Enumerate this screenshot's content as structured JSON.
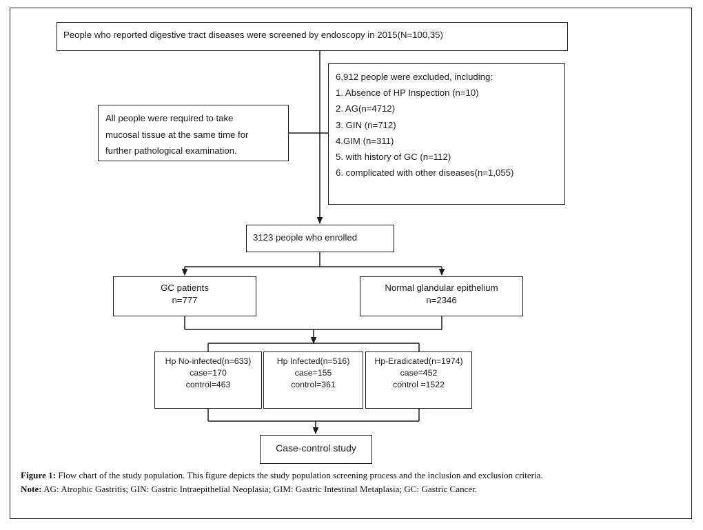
{
  "figure": {
    "caption_label": "Figure 1:",
    "caption_text": " Flow chart of the study population. This figure depicts the study population screening process and the inclusion and exclusion criteria.",
    "note_label": "Note:",
    "note_text": " AG: Atrophic Gastritis; GIN: Gastric Intraepithelial Neoplasia; GIM: Gastric Intestinal Metaplasia; GC: Gastric Cancer."
  },
  "nodes": {
    "screened": {
      "text": "People who reported digestive tract diseases were screened by endoscopy in 2015(N=100,35)"
    },
    "excluded": {
      "heading": "6,912 people were excluded, including:",
      "items": [
        "1. Absence of HP Inspection (n=10)",
        "2. AG(n=4712)",
        "3. GIN (n=712)",
        "4.GIM (n=311)",
        "5. with history of GC (n=112)",
        "6. complicated with other diseases(n=1,055)"
      ]
    },
    "mucosal": {
      "line1": "All people were required to take",
      "line2": "mucosal tissue at the same time for",
      "line3": "further pathological examination."
    },
    "enrolled": {
      "text": "3123 people who enrolled"
    },
    "gc_patients": {
      "title": "GC patients",
      "count": "n=777"
    },
    "normal_epithelium": {
      "title": "Normal glandular epithelium",
      "count": "n=2346"
    },
    "hp_no_infected": {
      "title": "Hp No-infected(n=633)",
      "case": "case=170",
      "control": "control=463"
    },
    "hp_infected": {
      "title": "Hp Infected(n=516)",
      "case": "case=155",
      "control": "control=361"
    },
    "hp_eradicated": {
      "title": "Hp-Eradicated(n=1974)",
      "case": "case=452",
      "control": "control =1522"
    },
    "case_control": {
      "text": "Case-control study"
    }
  },
  "colors": {
    "line": "#1a1a1a",
    "background": "#ffffff",
    "text": "#111111"
  }
}
